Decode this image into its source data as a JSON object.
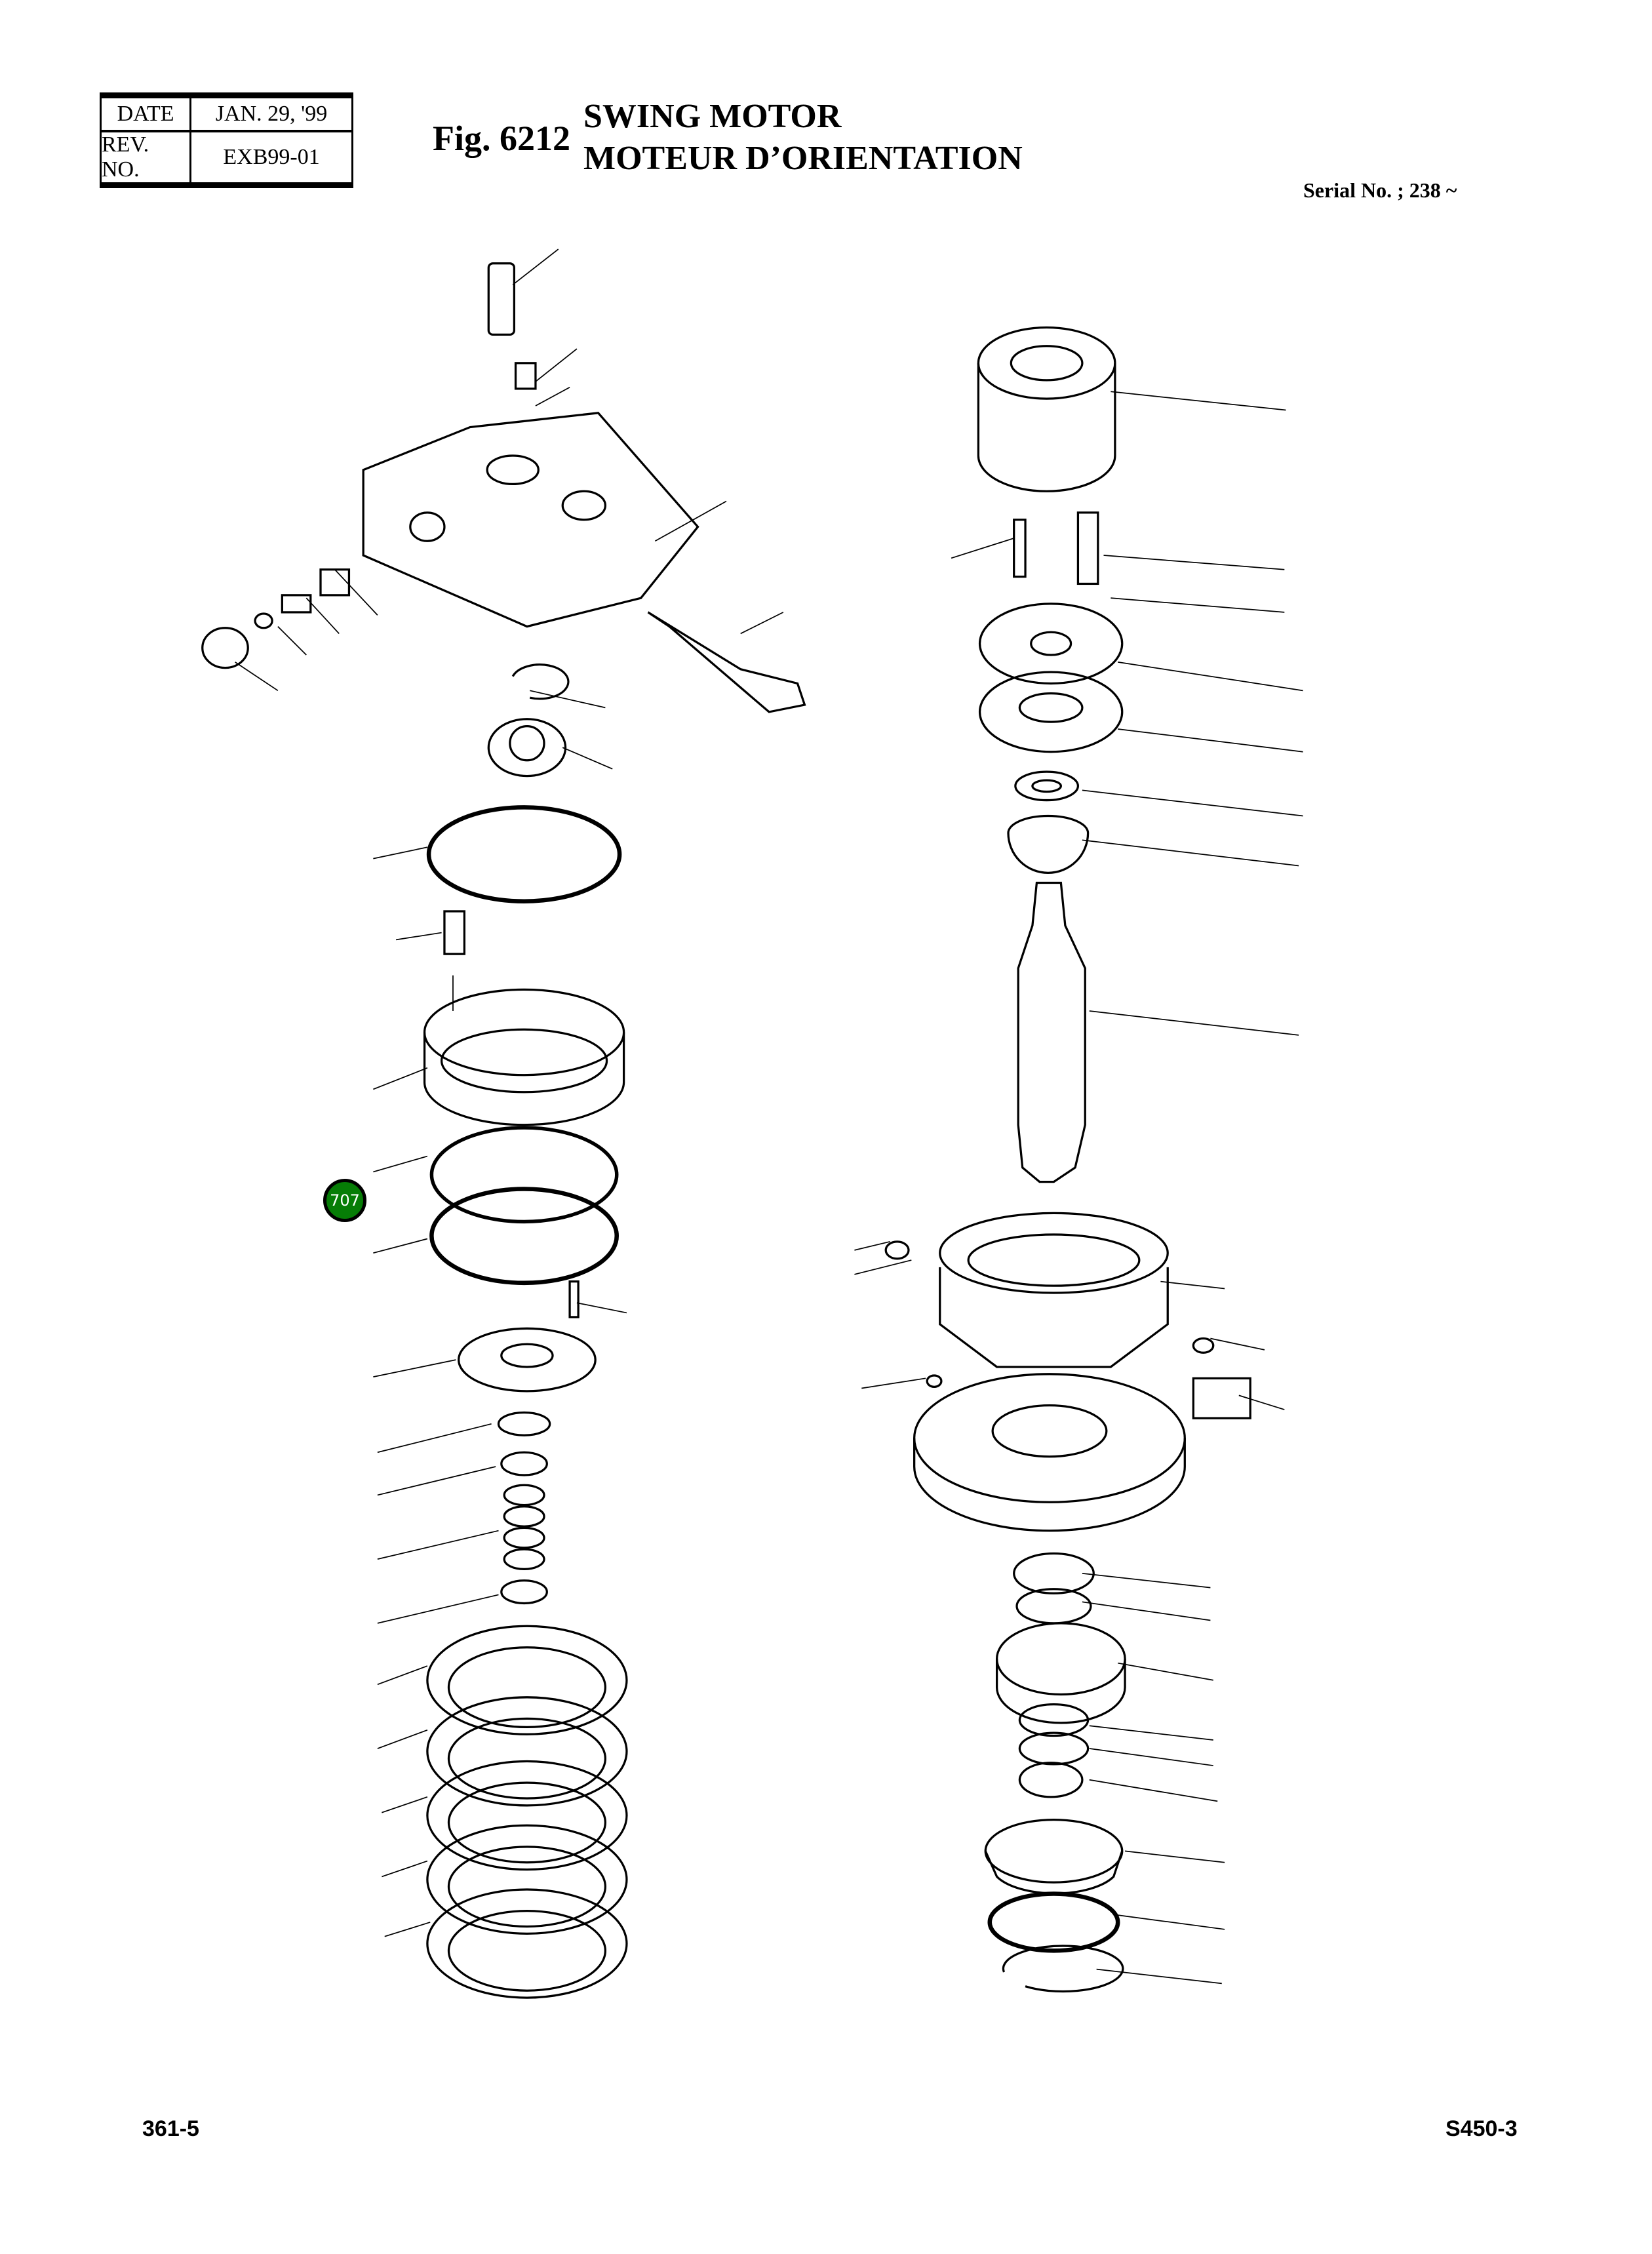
{
  "header": {
    "date_label": "DATE",
    "date_value": "JAN. 29, '99",
    "rev_label": "REV. NO.",
    "rev_value": "EXB99-01"
  },
  "figure": {
    "number": "Fig. 6212",
    "title_en": "SWING MOTOR",
    "title_fr": "MOTEUR D’ORIENTATION",
    "serial": "Serial No. ; 238 ~"
  },
  "callout": {
    "label": "707",
    "color": "#067d06"
  },
  "footer": {
    "page": "361-5",
    "model": "S450-3"
  }
}
